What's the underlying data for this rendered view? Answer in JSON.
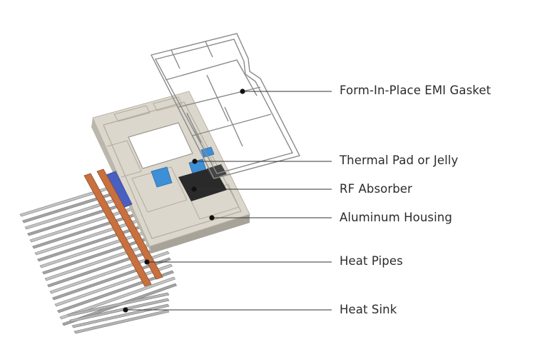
{
  "labels": {
    "gasket": "Form-In-Place EMI Gasket",
    "thermal_pad": "Thermal Pad or Jelly",
    "rf_absorber": "RF Absorber",
    "housing": "Aluminum Housing",
    "heat_pipes": "Heat Pipes",
    "heat_sink": "Heat Sink"
  },
  "colors": {
    "background": "#ffffff",
    "leader_line": "#333333",
    "housing": "#dcd7cc",
    "gasket_outline": "#8a8a8a",
    "thermal_pad": "#3d8fd6",
    "rf_absorber": "#2a2a2a",
    "heat_pipe": "#c9703f",
    "fins": "#8c8c8c"
  }
}
